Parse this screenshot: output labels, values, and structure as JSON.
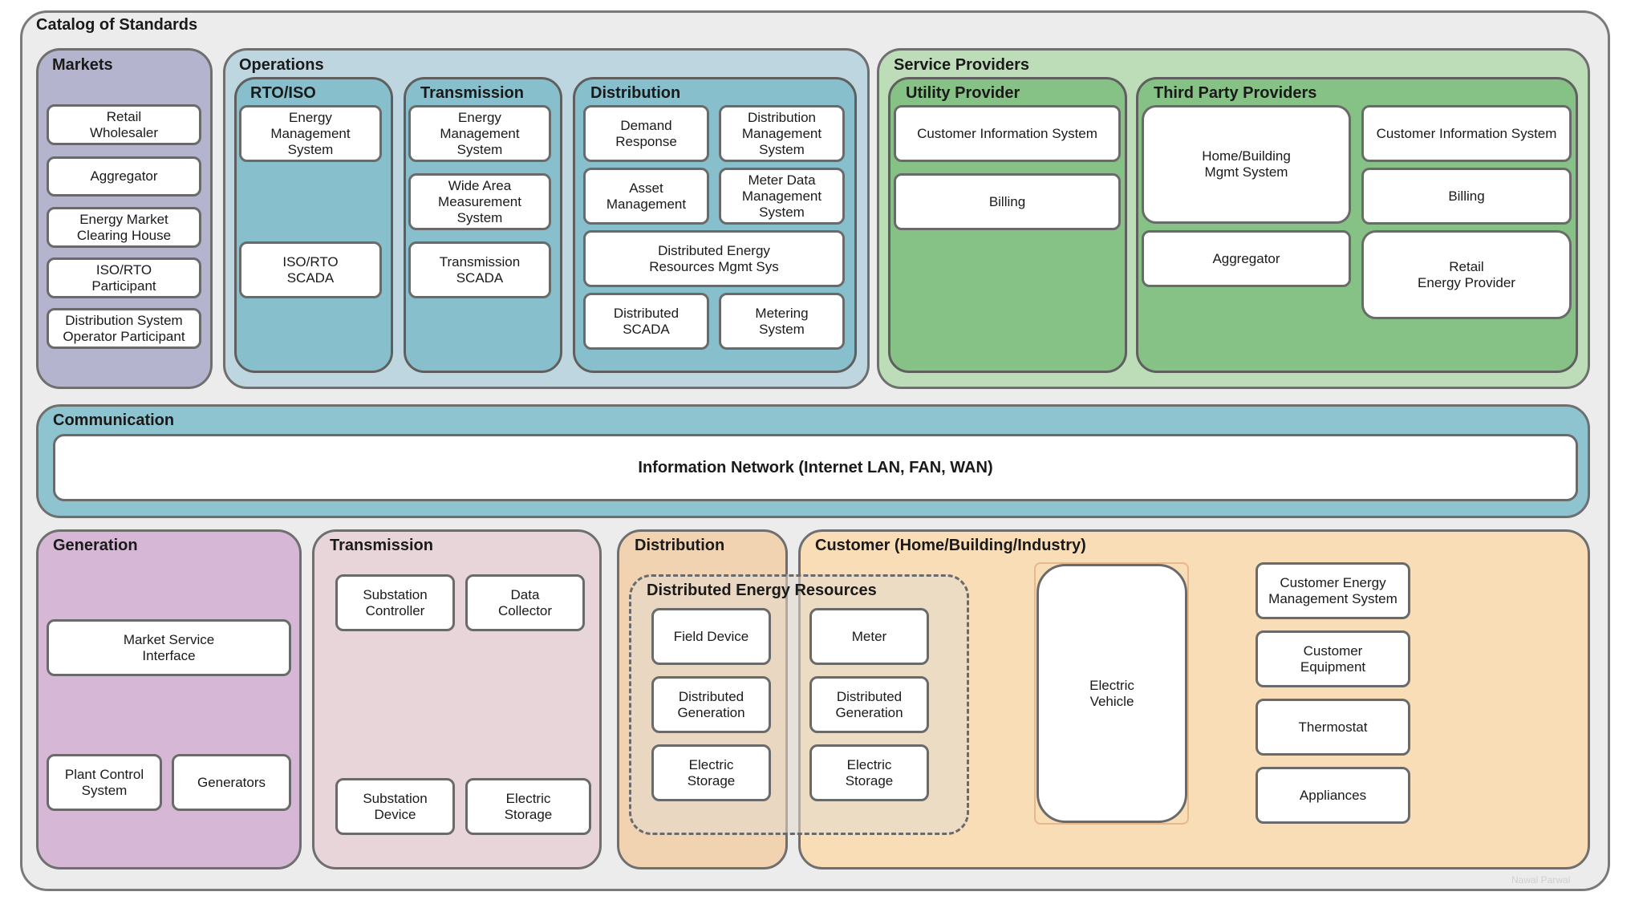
{
  "diagram": {
    "title": "Catalog of Standards",
    "watermark": "Nawal Parwal",
    "colors": {
      "markets": "#b4b4cf",
      "operations": "#bdd6df",
      "ops_sub": "#87bfcc",
      "service": "#bddcb8",
      "service_sub": "#86c185",
      "communication": "#8ec4cf",
      "generation": "#d6b8d6",
      "transmission_bottom": "#e8d5da",
      "distribution_bottom": "#f2d3b1",
      "customer": "#f9ddb6"
    },
    "markets": {
      "title": "Markets",
      "items": [
        "Retail\nWholesaler",
        "Aggregator",
        "Energy Market\nClearing House",
        "ISO/RTO\nParticipant",
        "Distribution System\nOperator Participant"
      ]
    },
    "operations": {
      "title": "Operations",
      "rto": {
        "title": "RTO/ISO",
        "items": [
          "Energy\nManagement\nSystem",
          "ISO/RTO\nSCADA"
        ]
      },
      "transmission": {
        "title": "Transmission",
        "items": [
          "Energy\nManagement\nSystem",
          "Wide Area\nMeasurement\nSystem",
          "Transmission\nSCADA"
        ]
      },
      "distribution": {
        "title": "Distribution",
        "items": [
          "Demand\nResponse",
          "Distribution\nManagement\nSystem",
          "Asset\nManagement",
          "Meter Data\nManagement\nSystem",
          "Distributed Energy\nResources Mgmt Sys",
          "Distributed\nSCADA",
          "Metering\nSystem"
        ]
      }
    },
    "service_providers": {
      "title": "Service Providers",
      "utility": {
        "title": "Utility Provider",
        "items": [
          "Customer Information System",
          "Billing"
        ]
      },
      "third_party": {
        "title": "Third Party Providers",
        "items": [
          "Home/Building\nMgmt System",
          "Customer Information System",
          "Billing",
          "Aggregator",
          "Retail\nEnergy Provider"
        ]
      }
    },
    "communication": {
      "title": "Communication",
      "network": "Information Network (Internet LAN, FAN, WAN)"
    },
    "generation": {
      "title": "Generation",
      "items": [
        "Market Service\nInterface",
        "Plant Control\nSystem",
        "Generators"
      ]
    },
    "transmission_bottom": {
      "title": "Transmission",
      "items": [
        "Substation\nController",
        "Data\nCollector",
        "Substation\nDevice",
        "Electric\nStorage"
      ]
    },
    "distribution_bottom": {
      "title": "Distribution"
    },
    "der": {
      "title": "Distributed Energy Resources",
      "items": [
        "Field Device",
        "Meter",
        "Distributed\nGeneration",
        "Distributed\nGeneration",
        "Electric\nStorage",
        "Electric\nStorage"
      ]
    },
    "customer": {
      "title": "Customer (Home/Building/Industry)",
      "items": [
        "Electric\nVehicle",
        "Customer Energy\nManagement System",
        "Customer\nEquipment",
        "Thermostat",
        "Appliances"
      ]
    }
  }
}
